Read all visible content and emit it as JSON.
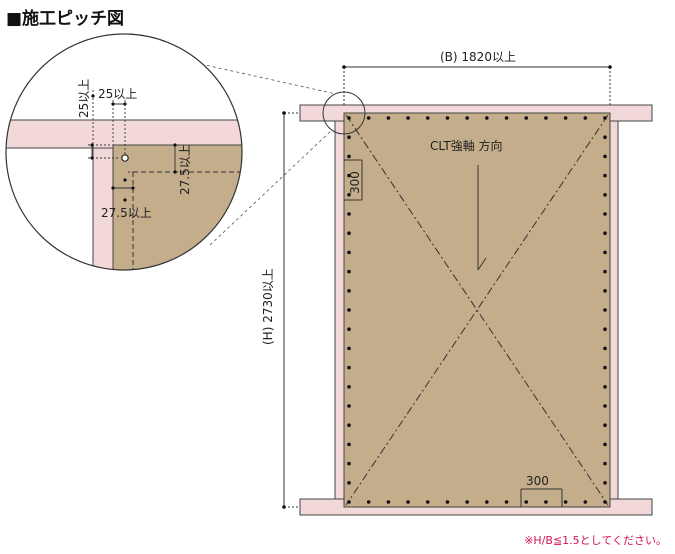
{
  "title": "■施工ピッチ図",
  "note": "※H/B≦1.5としてください。",
  "labels": {
    "width": "(B) 1820以上",
    "height": "(H) 2730以上",
    "grain": "CLT強軸 方向",
    "pitch_vertical": "300",
    "pitch_horizontal": "300",
    "detail_25_v": "25以上",
    "detail_25_h": "25以上",
    "detail_275_v": "27.5以上",
    "detail_275_h": "27.5以上"
  },
  "colors": {
    "panel": "#c4ad8a",
    "frame": "#f2d8d8",
    "frame_stroke": "#444444",
    "note": "#d4145a"
  }
}
